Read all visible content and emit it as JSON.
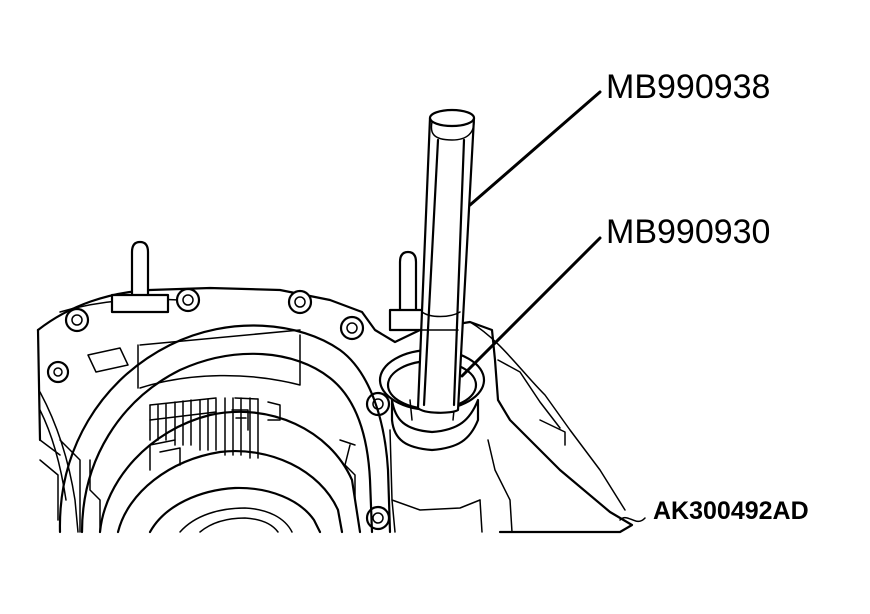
{
  "callouts": {
    "tool_upper": "MB990938",
    "tool_lower": "MB990930",
    "figure_id": "AK300492AD"
  },
  "colors": {
    "ink": "#000000",
    "background": "#ffffff"
  }
}
